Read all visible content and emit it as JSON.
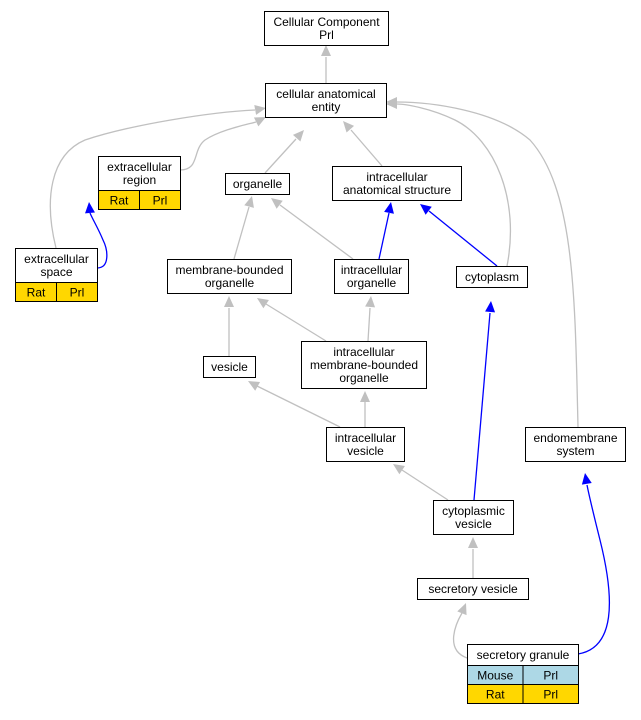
{
  "colors": {
    "gray_edge": "#c0c0c0",
    "blue_edge": "#0000ff",
    "rat_tag": "#ffd700",
    "mouse_tag": "#add8e6"
  },
  "nodes": {
    "root": {
      "lines": [
        "Cellular Component",
        "Prl"
      ]
    },
    "cellular_anatomical_entity": {
      "lines": [
        "cellular anatomical",
        "entity"
      ]
    },
    "extracellular_region": {
      "lines": [
        "extracellular",
        "region"
      ],
      "tags": [
        [
          "Rat",
          "Prl"
        ]
      ]
    },
    "organelle": {
      "lines": [
        "organelle"
      ]
    },
    "intracellular_anatomical_structure": {
      "lines": [
        "intracellular",
        "anatomical structure"
      ]
    },
    "extracellular_space": {
      "lines": [
        "extracellular",
        "space"
      ],
      "tags": [
        [
          "Rat",
          "Prl"
        ]
      ]
    },
    "membrane_bounded_organelle": {
      "lines": [
        "membrane-bounded",
        "organelle"
      ]
    },
    "intracellular_organelle": {
      "lines": [
        "intracellular",
        "organelle"
      ]
    },
    "cytoplasm": {
      "lines": [
        "cytoplasm"
      ]
    },
    "vesicle": {
      "lines": [
        "vesicle"
      ]
    },
    "intracellular_membrane_bounded_organelle": {
      "lines": [
        "intracellular",
        "membrane-bounded",
        "organelle"
      ]
    },
    "intracellular_vesicle": {
      "lines": [
        "intracellular",
        "vesicle"
      ]
    },
    "endomembrane_system": {
      "lines": [
        "endomembrane",
        "system"
      ]
    },
    "cytoplasmic_vesicle": {
      "lines": [
        "cytoplasmic",
        "vesicle"
      ]
    },
    "secretory_vesicle": {
      "lines": [
        "secretory vesicle"
      ]
    },
    "secretory_granule": {
      "lines": [
        "secretory granule"
      ],
      "tags": [
        [
          "Mouse",
          "Prl"
        ],
        [
          "Rat",
          "Prl"
        ]
      ]
    }
  },
  "edges": [
    {
      "from": "cellular_anatomical_entity",
      "to": "root",
      "kind": "is_a"
    },
    {
      "from": "extracellular_region",
      "to": "cellular_anatomical_entity",
      "kind": "is_a"
    },
    {
      "from": "organelle",
      "to": "cellular_anatomical_entity",
      "kind": "is_a"
    },
    {
      "from": "intracellular_anatomical_structure",
      "to": "cellular_anatomical_entity",
      "kind": "is_a"
    },
    {
      "from": "extracellular_space",
      "to": "cellular_anatomical_entity",
      "kind": "is_a"
    },
    {
      "from": "cytoplasm",
      "to": "cellular_anatomical_entity",
      "kind": "is_a"
    },
    {
      "from": "endomembrane_system",
      "to": "cellular_anatomical_entity",
      "kind": "is_a"
    },
    {
      "from": "extracellular_space",
      "to": "extracellular_region",
      "kind": "part_of"
    },
    {
      "from": "membrane_bounded_organelle",
      "to": "organelle",
      "kind": "is_a"
    },
    {
      "from": "intracellular_organelle",
      "to": "organelle",
      "kind": "is_a"
    },
    {
      "from": "intracellular_organelle",
      "to": "intracellular_anatomical_structure",
      "kind": "part_of"
    },
    {
      "from": "cytoplasm",
      "to": "intracellular_anatomical_structure",
      "kind": "part_of"
    },
    {
      "from": "vesicle",
      "to": "membrane_bounded_organelle",
      "kind": "is_a"
    },
    {
      "from": "intracellular_membrane_bounded_organelle",
      "to": "membrane_bounded_organelle",
      "kind": "is_a"
    },
    {
      "from": "intracellular_membrane_bounded_organelle",
      "to": "intracellular_organelle",
      "kind": "is_a"
    },
    {
      "from": "intracellular_vesicle",
      "to": "vesicle",
      "kind": "is_a"
    },
    {
      "from": "intracellular_vesicle",
      "to": "intracellular_membrane_bounded_organelle",
      "kind": "is_a"
    },
    {
      "from": "cytoplasmic_vesicle",
      "to": "intracellular_vesicle",
      "kind": "is_a"
    },
    {
      "from": "cytoplasmic_vesicle",
      "to": "cytoplasm",
      "kind": "part_of"
    },
    {
      "from": "secretory_vesicle",
      "to": "cytoplasmic_vesicle",
      "kind": "is_a"
    },
    {
      "from": "secretory_granule",
      "to": "secretory_vesicle",
      "kind": "is_a"
    },
    {
      "from": "secretory_granule",
      "to": "endomembrane_system",
      "kind": "part_of"
    }
  ]
}
